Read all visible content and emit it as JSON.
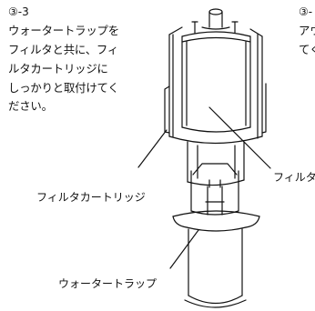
{
  "instruction": {
    "step": "③-3",
    "lines": [
      "ウォータートラップを",
      "フィルタと共に、フィ",
      "ルタカートリッジに",
      "しっかりと取付けてく",
      "ださい。"
    ]
  },
  "next_instruction": {
    "step": "③-",
    "lines": [
      "アウ",
      "てく"
    ]
  },
  "labels": {
    "filter": "フィルタ",
    "filter_cartridge": "フィルタカートリッジ",
    "water_trap": "ウォータートラップ"
  }
}
